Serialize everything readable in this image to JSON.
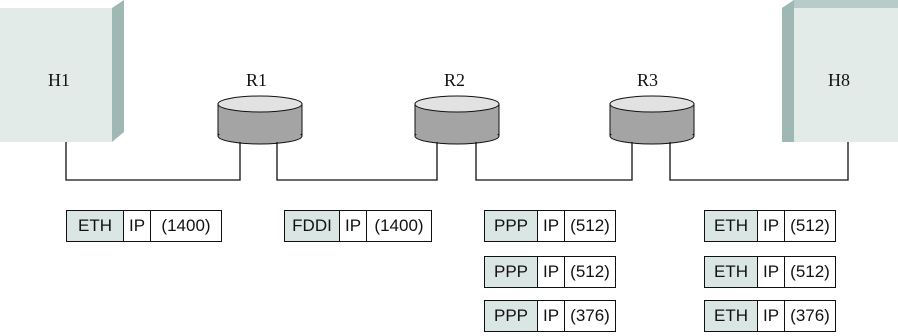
{
  "nodes": {
    "h1": "H1",
    "r1": "R1",
    "r2": "R2",
    "r3": "R3",
    "h8": "H8"
  },
  "frames": {
    "h1_r1": [
      {
        "link": "ETH",
        "ip": "IP",
        "size": "(1400)"
      }
    ],
    "r1_r2": [
      {
        "link": "FDDI",
        "ip": "IP",
        "size": "(1400)"
      }
    ],
    "r2_r3": [
      {
        "link": "PPP",
        "ip": "IP",
        "size": "(512)"
      },
      {
        "link": "PPP",
        "ip": "IP",
        "size": "(512)"
      },
      {
        "link": "PPP",
        "ip": "IP",
        "size": "(376)"
      }
    ],
    "r3_h8": [
      {
        "link": "ETH",
        "ip": "IP",
        "size": "(512)"
      },
      {
        "link": "ETH",
        "ip": "IP",
        "size": "(512)"
      },
      {
        "link": "ETH",
        "ip": "IP",
        "size": "(376)"
      }
    ]
  },
  "colors": {
    "host_face": "#e3ebe9",
    "host_side": "#9fb8b4",
    "router_top": "#e2e2e2",
    "router_body": "#a4a4a4",
    "header_fill": "#d9e6e4",
    "line": "#111111"
  }
}
